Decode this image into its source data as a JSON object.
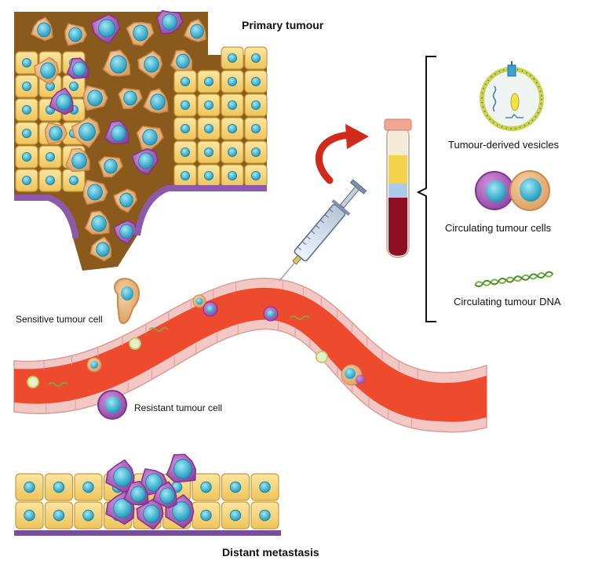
{
  "labels": {
    "primary_tumour": "Primary tumour",
    "vesicles": "Tumour-derived vesicles",
    "ctc": "Circulating tumour cells",
    "ctdna": "Circulating tumour DNA",
    "sensitive": "Sensitive tumour cell",
    "resistant": "Resistant tumour cell",
    "metastasis": "Distant metastasis"
  },
  "colors": {
    "epithelial_cell": "#f6d77a",
    "nucleus": "#2eb6d4",
    "sensitive_cell": "#e7b27a",
    "resistant_cell": "#a455b3",
    "vessel_blood": "#ee4a2e",
    "vessel_wall": "#f3c7c4",
    "stroma": "#8a5a1c",
    "basement_membrane": "#8c5aa8",
    "tube_blood": "#8e1020",
    "tube_plasma": "#f4d24b",
    "tube_buffy": "#a9cde8",
    "dna": "#7ab04a",
    "arrow": "#d12a1a"
  }
}
